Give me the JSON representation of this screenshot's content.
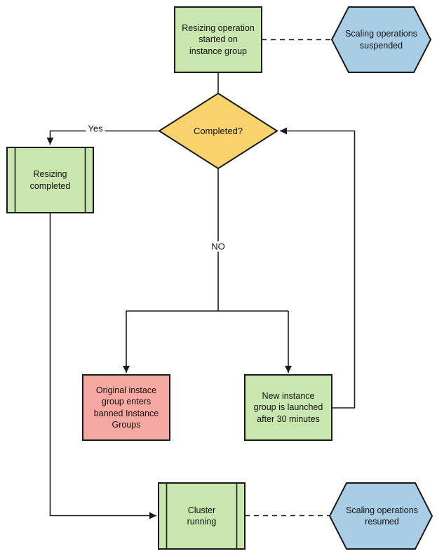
{
  "colors": {
    "process_green": "#c9e6ae",
    "decision_yellow": "#f8d36c",
    "terminal_blue": "#a9cde4",
    "alert_red": "#f6a9a2",
    "stroke": "#1a1a1a"
  },
  "nodes": {
    "start": {
      "shape": "rectangle",
      "label": "Resizing operation\nstarted on\ninstance group"
    },
    "suspended": {
      "shape": "hexagon",
      "label": "Scaling operations\nsuspended"
    },
    "completed": {
      "shape": "decision-diamond",
      "label": "Completed?"
    },
    "resizing_completed": {
      "shape": "predefined-process",
      "label": "Resizing\ncompleted"
    },
    "banned": {
      "shape": "rectangle",
      "label": "Original instace\ngroup enters\nbanned Instance\nGroups"
    },
    "new_instance": {
      "shape": "rectangle",
      "label": "New instance\ngroup is launched\nafter 30 minutes"
    },
    "cluster": {
      "shape": "predefined-process",
      "label": "Cluster\nrunning"
    },
    "resumed": {
      "shape": "hexagon",
      "label": "Scaling operations\nresumed"
    }
  },
  "edges": {
    "yes_label": "Yes",
    "no_label": "NO"
  }
}
